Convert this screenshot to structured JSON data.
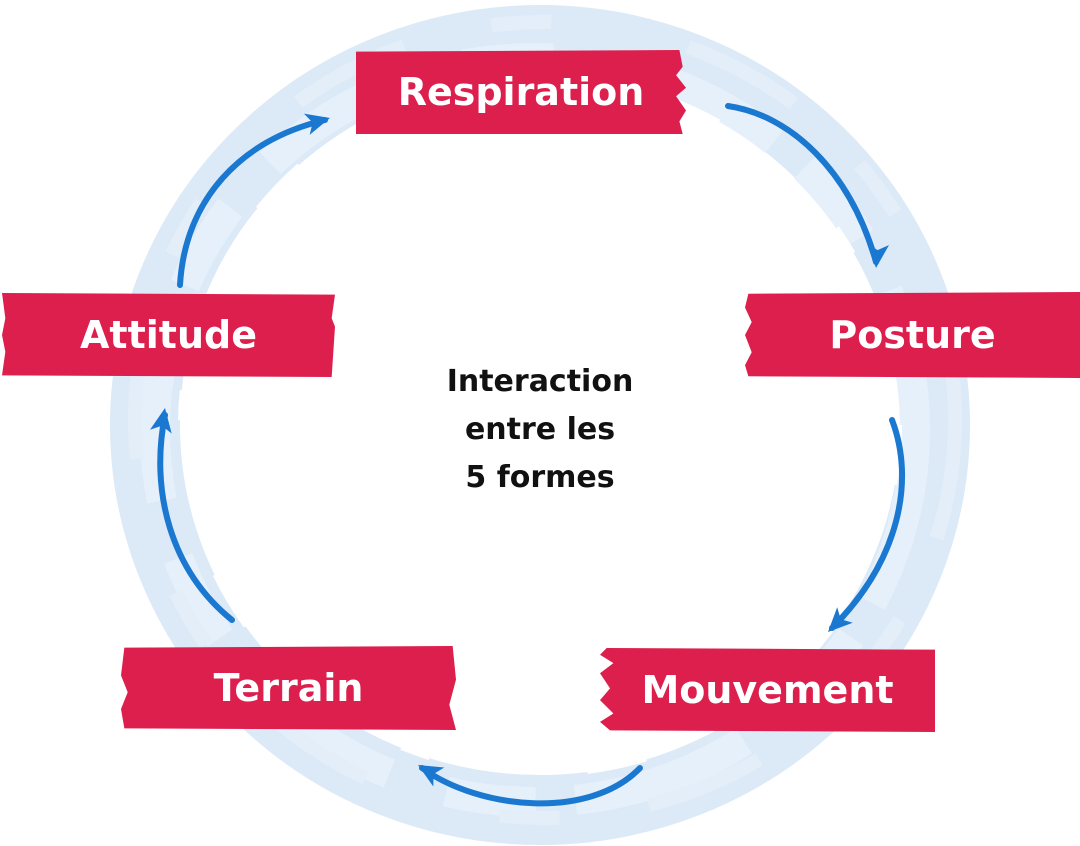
{
  "diagram": {
    "type": "cycle",
    "center_label": {
      "lines": [
        "Interaction",
        "entre les",
        "5 formes"
      ]
    },
    "nodes": [
      {
        "id": "respiration",
        "label": "Respiration"
      },
      {
        "id": "posture",
        "label": "Posture"
      },
      {
        "id": "mouvement",
        "label": "Mouvement"
      },
      {
        "id": "terrain",
        "label": "Terrain"
      },
      {
        "id": "attitude",
        "label": "Attitude"
      }
    ],
    "edges": [
      {
        "from": "respiration",
        "to": "posture"
      },
      {
        "from": "posture",
        "to": "mouvement"
      },
      {
        "from": "mouvement",
        "to": "terrain"
      },
      {
        "from": "terrain",
        "to": "attitude"
      },
      {
        "from": "attitude",
        "to": "respiration"
      }
    ],
    "colors": {
      "node_fill": "#dc1f4d",
      "node_text": "#ffffff",
      "arrow": "#1b78d0",
      "ring": "#dceaf7",
      "center_text": "#111111"
    }
  }
}
